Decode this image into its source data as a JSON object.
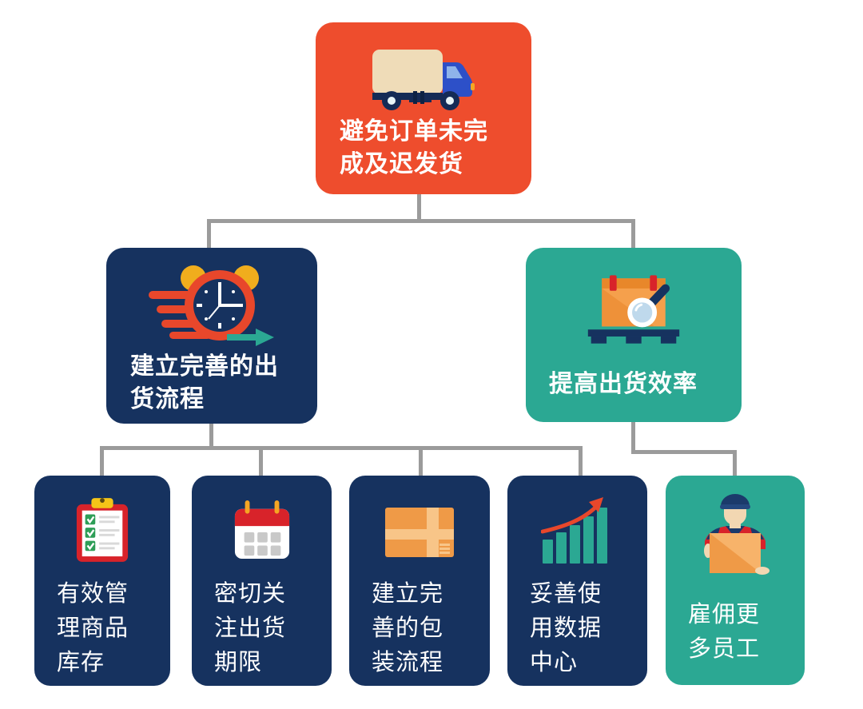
{
  "palette": {
    "root_orange": "#ee4d2d",
    "navy": "#16325f",
    "teal": "#2ba893",
    "connector_gray": "#9b9b9b",
    "text_white": "#ffffff"
  },
  "nodes": {
    "root": {
      "label": "避免订单未完\n成及迟发货",
      "icon": "delivery-truck-icon",
      "color": "#ee4d2d"
    },
    "left": {
      "label": "建立完善的出\n货流程",
      "icon": "speed-alarm-clock-icon",
      "color": "#16325f"
    },
    "right": {
      "label": "提高出货效率",
      "icon": "crate-magnifier-icon",
      "color": "#2ba893"
    },
    "children": [
      {
        "label": "有效管\n理商品\n库存",
        "icon": "checklist-clipboard-icon",
        "color": "#16325f"
      },
      {
        "label": "密切关\n注出货\n期限",
        "icon": "calendar-icon",
        "color": "#16325f"
      },
      {
        "label": "建立完\n善的包\n装流程",
        "icon": "package-icon",
        "color": "#16325f"
      },
      {
        "label": "妥善使\n用数据\n中心",
        "icon": "growth-chart-icon",
        "color": "#16325f"
      },
      {
        "label": "雇佣更\n多员工",
        "icon": "worker-carrying-box-icon",
        "color": "#2ba893"
      }
    ]
  }
}
